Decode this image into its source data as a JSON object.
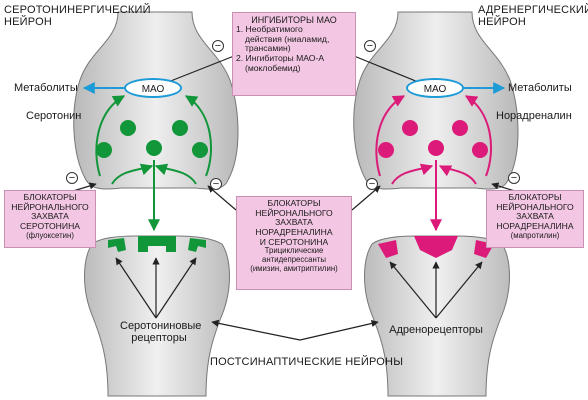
{
  "headings": {
    "serotonin_neuron": [
      "СЕРОТОНИНЕРГИЧЕСКИЙ",
      "НЕЙРОН"
    ],
    "adrenergic_neuron": [
      "АДРЕНЕРГИЧЕСКИЙ",
      "НЕЙРОН"
    ],
    "postsynaptic": "ПОСТСИНАПТИЧЕСКИЕ НЕЙРОНЫ"
  },
  "labels": {
    "metabolites_left": "Метаболиты",
    "metabolites_right": "Метаболиты",
    "serotonin": "Серотонин",
    "noradrenaline": "Норадреналин",
    "mao_left": "МАО",
    "mao_right": "МАО",
    "serotonin_receptors": [
      "Серотониновые",
      "рецепторы"
    ],
    "adrenoreceptors": "Адренорецепторы",
    "minus": "−"
  },
  "boxes": {
    "mao_inhibitors": {
      "title": "ИНГИБИТОРЫ МАО",
      "items": [
        "1. Необратимого",
        "действия (ниаламид,",
        "трансамин)",
        "2. Ингибиторы МАО-А",
        "(моклобемид)"
      ]
    },
    "serotonin_blockers": {
      "lines": [
        "БЛОКАТОРЫ",
        "НЕЙРОНАЛЬНОГО",
        "ЗАХВАТА",
        "СЕРОТОНИНА"
      ],
      "example": "(флуоксетин)"
    },
    "noradrenaline_blockers": {
      "lines": [
        "БЛОКАТОРЫ",
        "НЕЙРОНАЛЬНОГО",
        "ЗАХВАТА",
        "НОРАДРЕНАЛИНА"
      ],
      "example": "(мапротилин)"
    },
    "combined_blockers": {
      "lines": [
        "БЛОКАТОРЫ",
        "НЕЙРОНАЛЬНОГО",
        "ЗАХВАТА",
        "НОРАДРЕНАЛИНА",
        "И СЕРОТОНИНА"
      ],
      "sub": [
        "Трициклические",
        "антидепрессанты",
        "(имизин, амитриптилин)"
      ]
    }
  },
  "colors": {
    "serotonin": "#12963a",
    "noradrenaline": "#dc1a7a",
    "mao_ring": "#1c9bd6",
    "box_fill": "#f3c7e3",
    "neuron_fill": "#dcdcdc"
  }
}
